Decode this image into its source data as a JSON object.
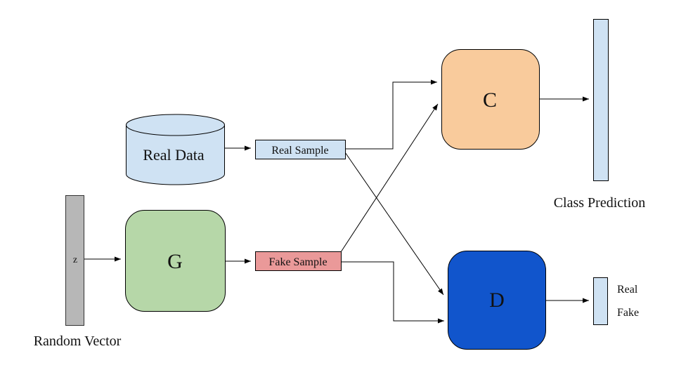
{
  "nodes": {
    "random_vector": {
      "label": "z",
      "caption": "Random Vector",
      "fill": "#b7b7b7"
    },
    "real_data": {
      "label": "Real Data",
      "fill": "#cfe2f3"
    },
    "generator": {
      "label": "G",
      "fill": "#b6d7a8"
    },
    "real_sample": {
      "label": "Real Sample",
      "fill": "#cfe2f3"
    },
    "fake_sample": {
      "label": "Fake Sample",
      "fill": "#ea9999"
    },
    "classifier": {
      "label": "C",
      "fill": "#f9cb9c"
    },
    "discriminator": {
      "label": "D",
      "fill": "#1155cc"
    },
    "class_prediction": {
      "caption": "Class Prediction",
      "fill": "#cfe2f3"
    },
    "discriminator_output": {
      "label_top": "Real",
      "label_bottom": "Fake",
      "fill": "#cfe2f3"
    }
  },
  "edges": [
    {
      "from": "real_data",
      "to": "real_sample"
    },
    {
      "from": "random_vector",
      "to": "generator"
    },
    {
      "from": "generator",
      "to": "fake_sample"
    },
    {
      "from": "real_sample",
      "to": "classifier"
    },
    {
      "from": "real_sample",
      "to": "discriminator"
    },
    {
      "from": "fake_sample",
      "to": "classifier"
    },
    {
      "from": "fake_sample",
      "to": "discriminator"
    },
    {
      "from": "classifier",
      "to": "class_prediction"
    },
    {
      "from": "discriminator",
      "to": "discriminator_output"
    }
  ]
}
